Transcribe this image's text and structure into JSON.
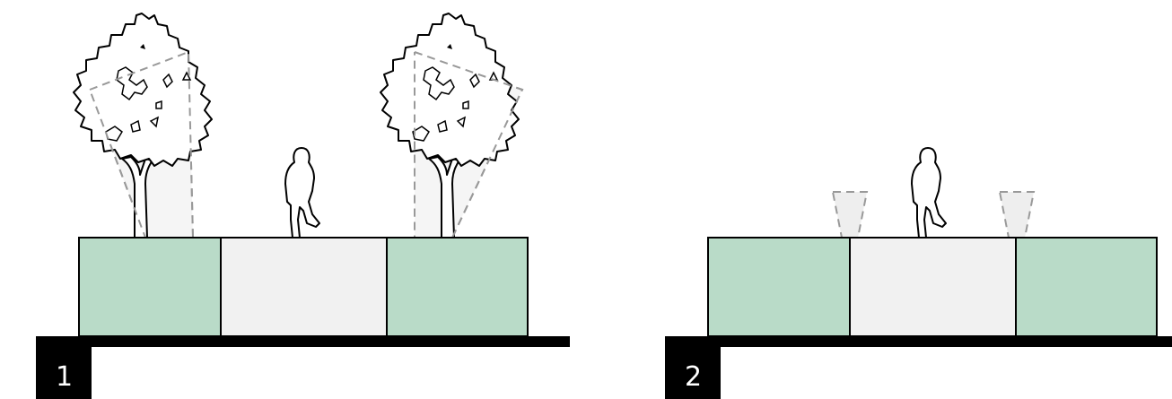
{
  "panels": [
    {
      "label": "1",
      "trees": "mature-trees"
    },
    {
      "label": "2",
      "trees": "young-tree-pits"
    }
  ],
  "colors": {
    "planting_strip": "#b9dbc8",
    "sidewalk": "#f1f1f1",
    "ground": "#000000",
    "outline": "#000000",
    "root_zone_dash": "#999999",
    "root_zone_fill": "#eeeeee",
    "canopy_fill": "#ffffff",
    "label_background": "#000000",
    "label_text": "#ffffff"
  },
  "icons": [
    "tree-icon",
    "pedestrian-icon",
    "root-zone-icon"
  ]
}
